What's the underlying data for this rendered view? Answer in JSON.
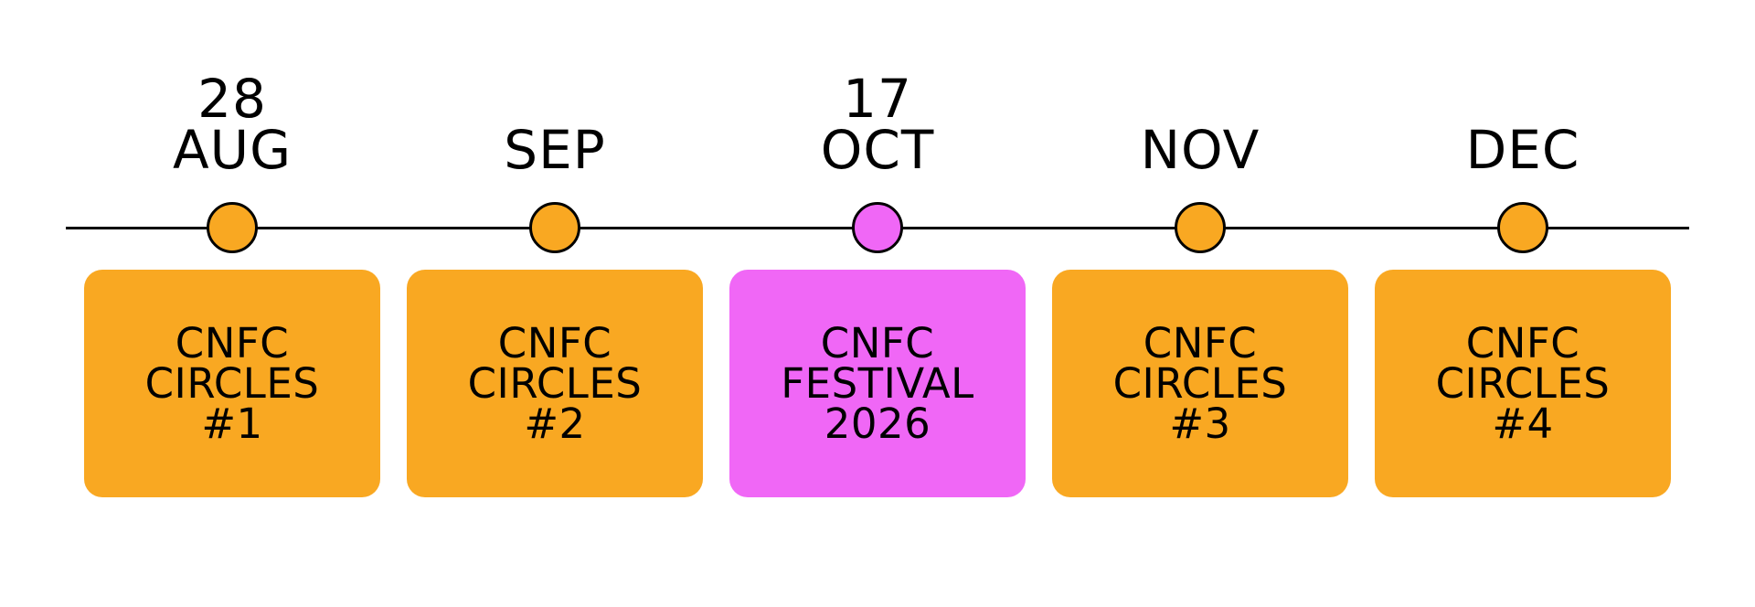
{
  "colors": {
    "circles": "#F9A822",
    "festival": "#F067F6",
    "line": "#000000"
  },
  "events": [
    {
      "date_line_1": "28",
      "date_line_2": "AUG",
      "title_line_1": "CNFC",
      "title_line_2": "CIRCLES",
      "title_line_3": "#1",
      "color": "#F9A822"
    },
    {
      "date_line_1": "",
      "date_line_2": "SEP",
      "title_line_1": "CNFC",
      "title_line_2": "CIRCLES",
      "title_line_3": "#2",
      "color": "#F9A822"
    },
    {
      "date_line_1": "17",
      "date_line_2": "OCT",
      "title_line_1": "CNFC",
      "title_line_2": "FESTIVAL",
      "title_line_3": "2026",
      "color": "#F067F6"
    },
    {
      "date_line_1": "",
      "date_line_2": "NOV",
      "title_line_1": "CNFC",
      "title_line_2": "CIRCLES",
      "title_line_3": "#3",
      "color": "#F9A822"
    },
    {
      "date_line_1": "",
      "date_line_2": "DEC",
      "title_line_1": "CNFC",
      "title_line_2": "CIRCLES",
      "title_line_3": "#4",
      "color": "#F9A822"
    }
  ]
}
